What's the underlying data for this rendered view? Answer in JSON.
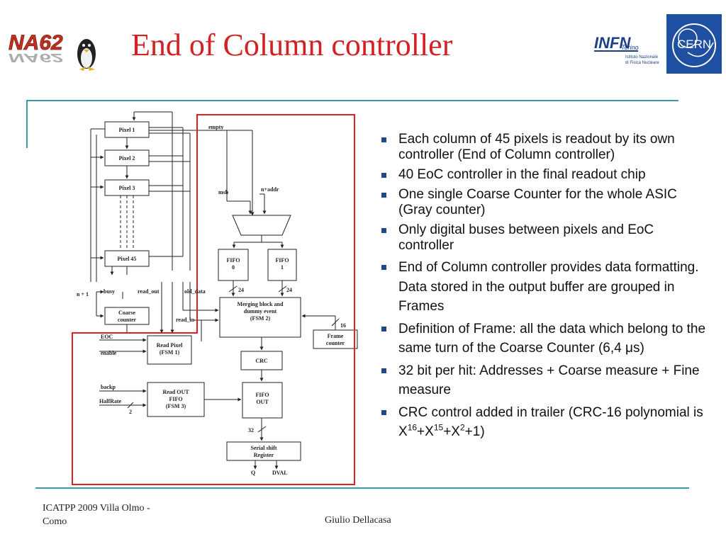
{
  "slide": {
    "title": "End of Column controller"
  },
  "logos": {
    "na62": {
      "text": "NA62"
    },
    "infn": {
      "text": "INFN",
      "sub": "Torino",
      "desc1": "Istituto Nazionale",
      "desc2": "di Fisica Nucleare"
    },
    "cern": {
      "text": "CERN"
    }
  },
  "diagram": {
    "pixels": [
      "Pixel 1",
      "Pixel 2",
      "Pixel 3",
      "Pixel 45"
    ],
    "signals": {
      "empty": "empty",
      "msb": "msb",
      "naddr": "n+addr",
      "n1": "n + 1",
      "busy": "busy",
      "read_out": "read_out",
      "old_data": "old_data",
      "read_in": "read_in",
      "eoc": "EOC",
      "enable": "enable",
      "backp": "backp",
      "halfrate": "HalfRate",
      "w24a": "24",
      "w24b": "24",
      "w16": "16",
      "w2": "2",
      "w32": "32",
      "q": "Q",
      "dval": "DVAL"
    },
    "blocks": {
      "fifo0_a": "FIFO",
      "fifo0_b": "0",
      "fifo1_a": "FIFO",
      "fifo1_b": "1",
      "merge_a": "Merging block and",
      "merge_b": "dummy event",
      "merge_c": "(FSM 2)",
      "coarse_a": "Coarse",
      "coarse_b": "counter",
      "readpixel_a": "Read Pixel",
      "readpixel_b": "(FSM 1)",
      "frame_a": "Frame",
      "frame_b": "counter",
      "crc": "CRC",
      "readout_a": "Read OUT",
      "readout_b": "FIFO",
      "readout_c": "(FSM 3)",
      "fifoout_a": "FIFO",
      "fifoout_b": "OUT",
      "serial_a": "Serial shift",
      "serial_b": "Register"
    }
  },
  "bullets": {
    "b1": "Each column of 45 pixels is readout by its own controller (End of Column controller)",
    "b2": "40 EoC controller in the final readout chip",
    "b3": "One single Coarse Counter for the whole ASIC (Gray counter)",
    "b4": "Only digital buses between pixels and EoC controller",
    "b5": "End of Column controller provides data formatting. Data stored in the output buffer are grouped in Frames",
    "b6": "Definition of Frame: all the data which belong to the same turn of the Coarse Counter (6,4 μs)",
    "b7": "32 bit per hit: Addresses + Coarse measure + Fine measure",
    "b8": {
      "prefix": "CRC control added in trailer (CRC-16 polynomial is X",
      "e1": "16",
      "p1": "+X",
      "e2": "15",
      "p2": "+X",
      "e3": "2",
      "suffix": "+1)"
    }
  },
  "footer": {
    "left1": "ICATPP 2009 Villa Olmo -",
    "left2": "Como",
    "center": "Giulio Dellacasa"
  },
  "colors": {
    "title": "#d42020",
    "rule": "#3a9aa8",
    "highlight": "#e02020",
    "bullet": "#1c4a86"
  }
}
